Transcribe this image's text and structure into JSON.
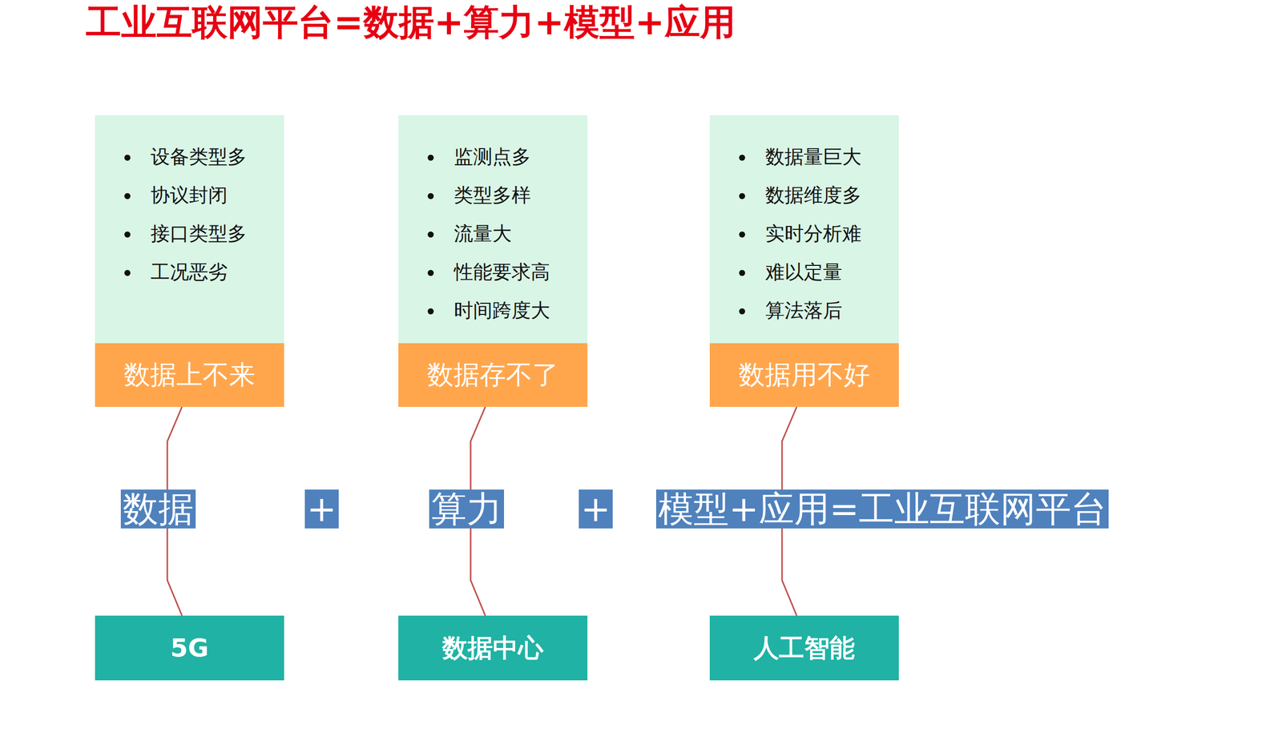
{
  "diagram": {
    "title": "工业互联网平台=数据+算力+模型+应用",
    "nodes": [
      {
        "text": [
          "设备类型多",
          "协议封闭",
          "接口类型多",
          "工况恶劣"
        ]
      },
      {
        "text": [
          "监测点多",
          "类型多样",
          "流量大",
          "性能要求高",
          "时间跨度大"
        ]
      },
      {
        "text": [
          "数据量巨大",
          "数据维度多",
          "实时分析难",
          "难以定量",
          "算法落后"
        ]
      },
      {
        "text": [
          "数据上不来"
        ]
      },
      {
        "text": [
          "数据存不了"
        ]
      },
      {
        "text": [
          "数据用不好"
        ]
      },
      {
        "text": [
          "数据",
          "+",
          "算力",
          "+",
          "模型+应用=工业互联网平台"
        ]
      },
      {
        "text": [
          "5G"
        ]
      },
      {
        "text": [
          "数据中心"
        ]
      },
      {
        "text": [
          "人工智能"
        ]
      }
    ],
    "edges": [
      {
        "from": 3,
        "to": 7,
        "arrow": "none"
      },
      {
        "from": 4,
        "to": 8,
        "arrow": "none"
      },
      {
        "from": 5,
        "to": 9,
        "arrow": "none"
      }
    ]
  }
}
